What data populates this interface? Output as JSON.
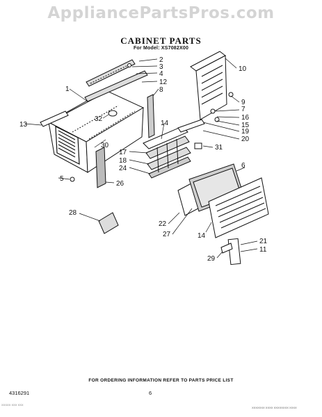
{
  "watermark": "AppliancePartsPros.com",
  "title": "CABINET PARTS",
  "subtitle": "For Model: XS7082X00",
  "callouts": [
    "1",
    "2",
    "3",
    "4",
    "5",
    "6",
    "7",
    "8",
    "9",
    "10",
    "11",
    "12",
    "13",
    "14",
    "14",
    "15",
    "16",
    "17",
    "18",
    "19",
    "20",
    "21",
    "22",
    "24",
    "26",
    "27",
    "28",
    "29",
    "30",
    "31",
    "32"
  ],
  "footer": {
    "ordering_note": "FOR ORDERING INFORMATION REFER TO PARTS PRICE LIST",
    "doc_number": "4316291",
    "page_number": "6",
    "corner_note": "XXXXX XXX XXX",
    "copyright": "XXXXXXX XXXX XXXXXXXX XXXX"
  }
}
